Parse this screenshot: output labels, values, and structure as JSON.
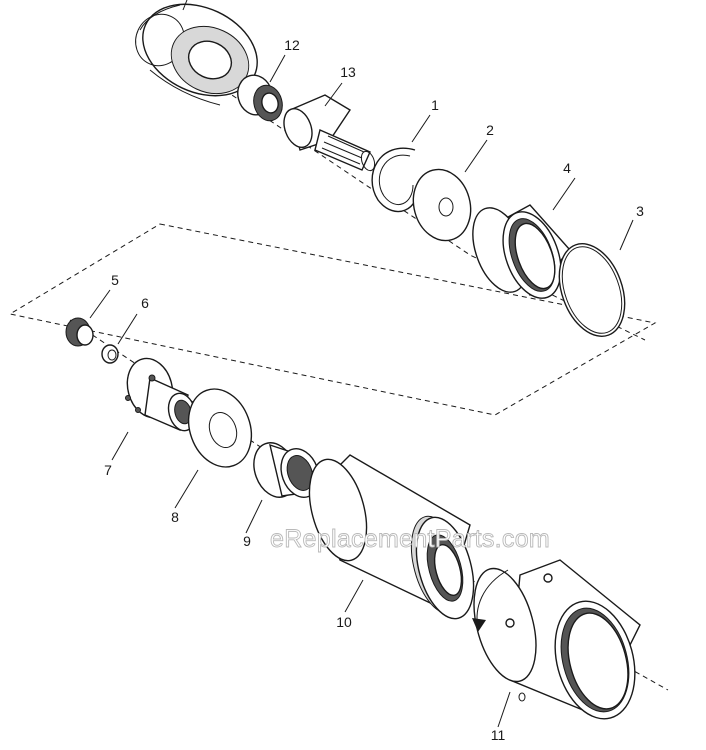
{
  "callouts": {
    "c1": "1",
    "c2": "2",
    "c3": "3",
    "c4": "4",
    "c5": "5",
    "c6": "6",
    "c7": "7",
    "c8": "8",
    "c9": "9",
    "c10": "10",
    "c11": "11",
    "c12": "12",
    "c13": "13"
  },
  "watermark": "eReplacementParts.com"
}
